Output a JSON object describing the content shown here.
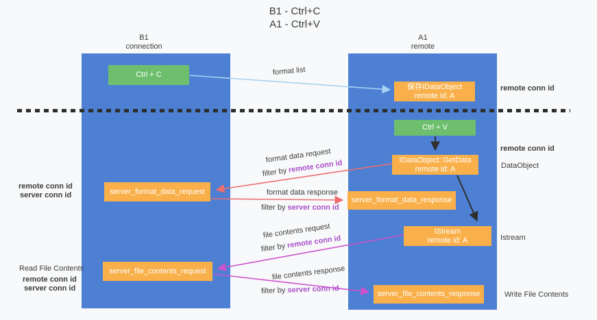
{
  "title": {
    "line1": "B1 - Ctrl+C",
    "line2": "A1 - Ctrl+V"
  },
  "columns": {
    "left": {
      "name": "B1",
      "role": "connection"
    },
    "right": {
      "name": "A1",
      "role": "remote"
    }
  },
  "nodes": {
    "ctrl_c": "Ctrl + C",
    "ctrl_v": "Ctrl + V",
    "save_idataobject": {
      "line1": "保存IDataObject",
      "line2": "remote id: A"
    },
    "idataobject_getdata": {
      "line1": "IDataObject::GetData",
      "line2": "remote id: A"
    },
    "istream": {
      "line1": "IStream",
      "line2": "remote id: A"
    },
    "server_format_data_request": "server_format_data_request",
    "server_format_data_response": "server_format_data_response",
    "server_file_contents_request": "server_file_contents_request",
    "server_file_contents_response": "server_file_contents_response"
  },
  "arrow_labels": {
    "format_list": "format list",
    "format_data_request": "format data request",
    "format_data_response": "format data response",
    "file_contents_request": "file contents request",
    "file_contents_response": "file contents response",
    "filter_by": "filter by ",
    "remote_conn_id": "remote conn id",
    "server_conn_id": "server conn id"
  },
  "side_labels": {
    "remote_conn_id_top_right": "remote conn id",
    "remote_conn_id_mid_right": "remote conn id",
    "dataobject": "DataObject",
    "istream": "Istream",
    "write_file_contents": "Write File Contents",
    "read_file_contents": "Read File Contents",
    "remote_conn_id_mid_left": "remote conn id",
    "server_conn_id_mid_left": "server conn id",
    "remote_conn_id_bottom_left": "remote conn id",
    "server_conn_id_bottom_left": "server conn id"
  },
  "colors": {
    "background": "#f8f9fa",
    "column_blue": "#4d7fd3",
    "node_green": "#6dbf6d",
    "node_orange": "#f9b04a",
    "arrow_light_blue": "#a8d4f0",
    "arrow_red": "#ed6e6e",
    "arrow_magenta": "#cc52cc",
    "arrow_black": "#2f2f2f",
    "text_purple": "#a84fc9",
    "text_green": "#5cb75f",
    "text_dark": "#3c3c3c"
  }
}
